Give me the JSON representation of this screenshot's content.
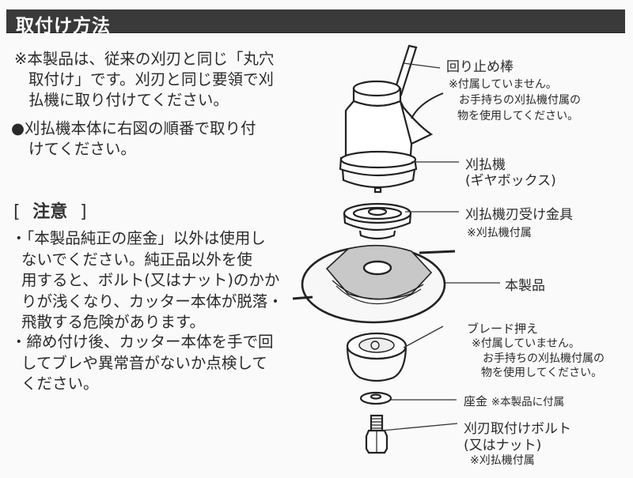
{
  "header": {
    "title": "取付け方法"
  },
  "intro": {
    "lines": [
      "※本製品は、従来の刈刃と同じ「丸穴",
      "取付け」です。刈刃と同じ要領で刈",
      "払機に取り付けてください。"
    ]
  },
  "instruction": {
    "bullet": "●",
    "lines": [
      "刈払機本体に右図の順番で取り付",
      "けてください。"
    ]
  },
  "caution": {
    "open_bracket": "[",
    "title": "注意",
    "close_bracket": "]",
    "items": [
      {
        "lines": [
          "・「本製品純正の座金」以外は使用し",
          "ないでください。純正品以外を使",
          "用すると、ボルト(又はナット)のかか",
          "りが浅くなり、カッター本体が脱落・",
          "飛散する危険があります。"
        ]
      },
      {
        "lines": [
          "・締め付け後、カッター本体を手で回",
          "してブレや異常音がないか点検して",
          "ください。"
        ]
      }
    ]
  },
  "diagram": {
    "labels": {
      "stop_rod": {
        "name": "回り止め棒",
        "notes": [
          "※付属していません。",
          "お手持ちの刈払機付属の",
          "物を使用してください。"
        ]
      },
      "gearbox": {
        "name": "刈払機",
        "sub": "(ギヤボックス)"
      },
      "receiver": {
        "name": "刈払機刃受け金具",
        "note": "※刈払機付属"
      },
      "product": {
        "name": "本製品"
      },
      "blade_holder": {
        "name": "ブレード押え",
        "notes": [
          "※付属していません。",
          "お手持ちの刈払機付属の",
          "物を使用してください。"
        ]
      },
      "washer": {
        "name": "座金",
        "note": "※本製品に付属"
      },
      "bolt": {
        "name": "刈刃取付けボルト",
        "sub": "(又はナット)",
        "note": "※刈払機付属"
      }
    }
  }
}
